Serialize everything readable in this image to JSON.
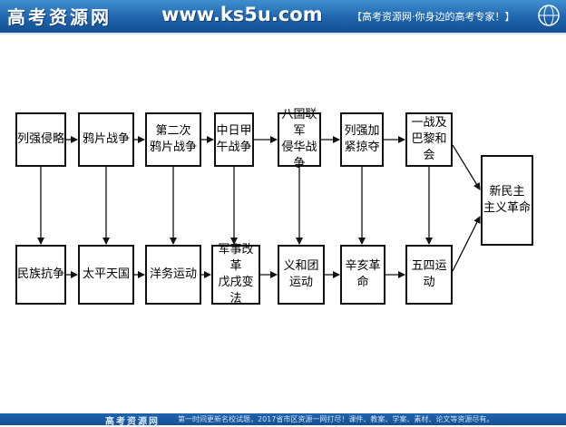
{
  "header": {
    "site_name": "高考资源网",
    "domain": "www.ks5u.com",
    "slogan": "【高考资源网·你身边的高考专家！】"
  },
  "footer": {
    "site_name": "高考资源网",
    "text": "第一时间更新名校试题，2017省市区资源一网打尽！课件、教案、学案、素材、论文等资源尽有。"
  },
  "diagram": {
    "top_row": [
      {
        "line1": "列强侵略",
        "line2": ""
      },
      {
        "line1": "鸦片战争",
        "line2": ""
      },
      {
        "line1": "第二次",
        "line2": "鸦片战争"
      },
      {
        "line1": "中日甲",
        "line2": "午战争"
      },
      {
        "line1": "八国联军",
        "line2": "侵华战争"
      },
      {
        "line1": "列强加",
        "line2": "紧掠夺"
      },
      {
        "line1": "一战及",
        "line2": "巴黎和会"
      }
    ],
    "bottom_row": [
      {
        "line1": "民族抗争",
        "line2": ""
      },
      {
        "line1": "太平天国",
        "line2": ""
      },
      {
        "line1": "洋务运动",
        "line2": ""
      },
      {
        "line1": "军事改革",
        "line2": "戊戌变法"
      },
      {
        "line1": "义和团",
        "line2": "运动"
      },
      {
        "line1": "辛亥革命",
        "line2": ""
      },
      {
        "line1": "五四运动",
        "line2": ""
      }
    ],
    "result": {
      "line1": "新民主",
      "line2": "主义革命"
    }
  }
}
